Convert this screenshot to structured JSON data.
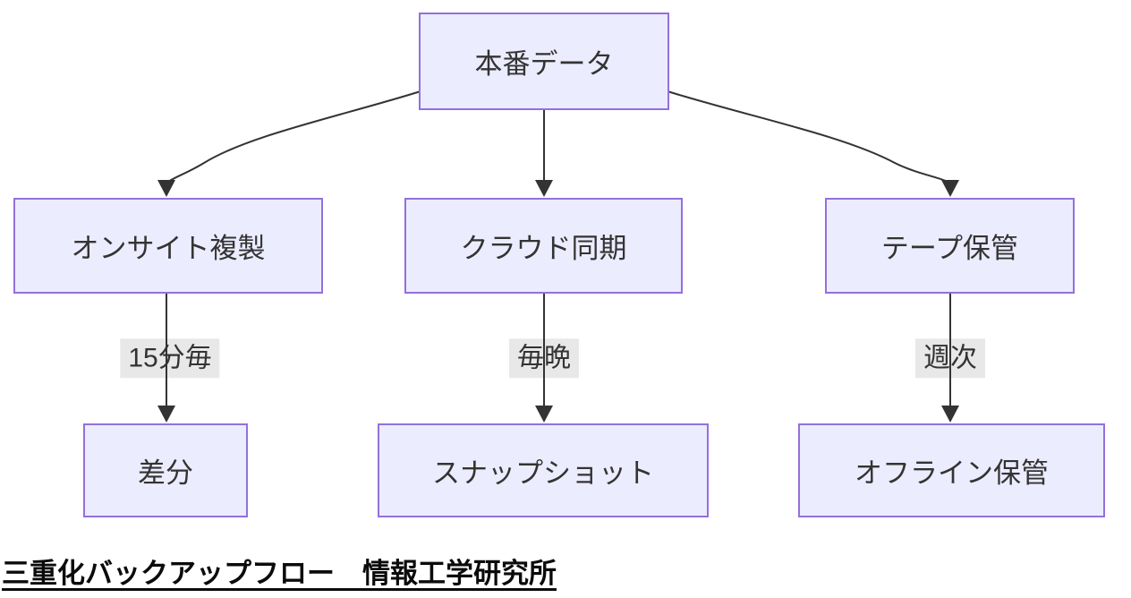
{
  "diagram": {
    "type": "flowchart",
    "nodes": {
      "production": {
        "label": "本番データ"
      },
      "onsite": {
        "label": "オンサイト複製"
      },
      "cloud": {
        "label": "クラウド同期"
      },
      "tape": {
        "label": "テープ保管"
      },
      "diff": {
        "label": "差分"
      },
      "snapshot": {
        "label": "スナップショット"
      },
      "offline": {
        "label": "オフライン保管"
      }
    },
    "edges": [
      {
        "from": "production",
        "to": "onsite",
        "label": ""
      },
      {
        "from": "production",
        "to": "cloud",
        "label": ""
      },
      {
        "from": "production",
        "to": "tape",
        "label": ""
      },
      {
        "from": "onsite",
        "to": "diff",
        "label": "15分毎"
      },
      {
        "from": "cloud",
        "to": "snapshot",
        "label": "毎晩"
      },
      {
        "from": "tape",
        "to": "offline",
        "label": "週次"
      }
    ],
    "caption": "三重化バックアップフロー　情報工学研究所",
    "colors": {
      "node_fill": "#ECECFF",
      "node_border": "#9370DB",
      "edge_line": "#333333",
      "edge_label_bg": "#e8e8e8",
      "node_text": "#333333",
      "caption_text": "#0b0b0b",
      "background": "#ffffff"
    }
  }
}
